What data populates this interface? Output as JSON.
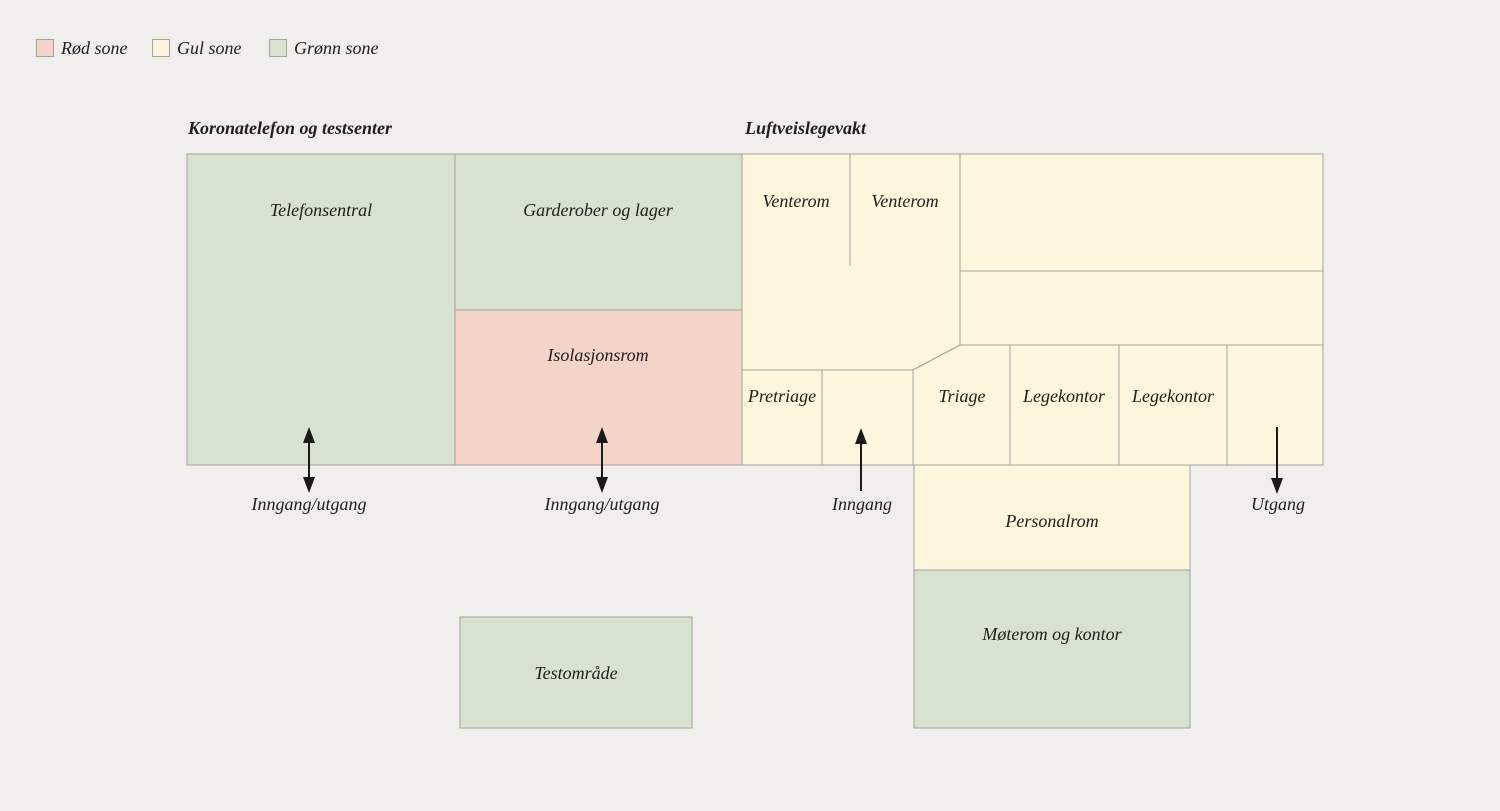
{
  "colors": {
    "background": "#f0efed",
    "red_zone": "#f4d3c8",
    "yellow_zone": "#fdf6dd",
    "green_zone": "#d7e3d0",
    "wall": "#a5a29a",
    "text": "#21201c",
    "arrow": "#1a1a18"
  },
  "legend": {
    "items": [
      {
        "label": "Rød sone"
      },
      {
        "label": "Gul sone"
      },
      {
        "label": "Grønn sone"
      }
    ]
  },
  "titles": {
    "left": "Koronatelefon og testsenter",
    "right": "Luftveislegevakt"
  },
  "rooms": {
    "telefonsentral": "Telefonsentral",
    "garderober": "Garderober og lager",
    "isolasjonsrom": "Isolasjonsrom",
    "venterom1": "Venterom",
    "venterom2": "Venterom",
    "pretriage": "Pretriage",
    "triage": "Triage",
    "legekontor1": "Legekontor",
    "legekontor2": "Legekontor",
    "personalrom": "Personalrom",
    "moterom": "Møterom og kontor",
    "testomrade": "Testområde"
  },
  "flows": {
    "entrance_exit_1": "Inngang/utgang",
    "entrance_exit_2": "Inngang/utgang",
    "entrance": "Inngang",
    "exit": "Utgang"
  }
}
